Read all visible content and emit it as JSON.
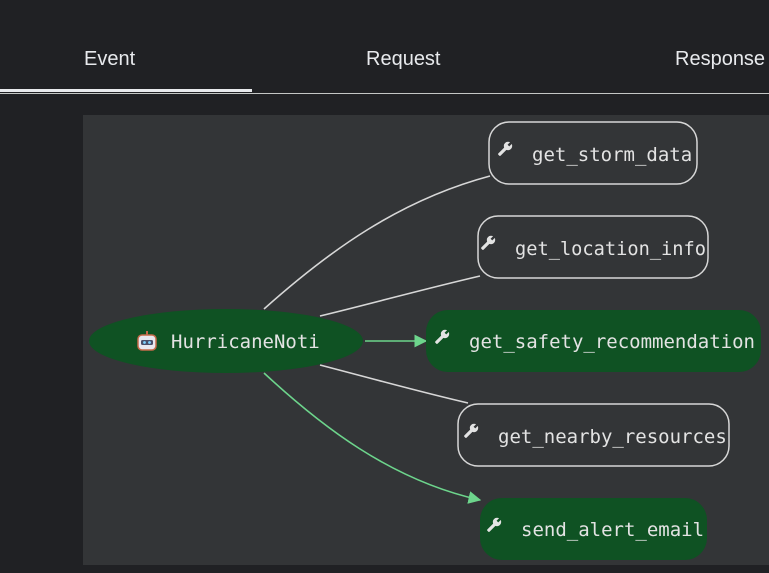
{
  "tabs": [
    {
      "label": "Event",
      "active": true
    },
    {
      "label": "Request",
      "active": false
    },
    {
      "label": "Response",
      "active": false
    }
  ],
  "graph": {
    "agent": {
      "label": "HurricaneNoti",
      "icon": "robot-icon",
      "highlighted": true
    },
    "tools": [
      {
        "label": "get_storm_data",
        "icon": "wrench-icon",
        "highlighted": false
      },
      {
        "label": "get_location_info",
        "icon": "wrench-icon",
        "highlighted": false
      },
      {
        "label": "get_safety_recommendation",
        "icon": "wrench-icon",
        "highlighted": true
      },
      {
        "label": "get_nearby_resources",
        "icon": "wrench-icon",
        "highlighted": false
      },
      {
        "label": "send_alert_email",
        "icon": "wrench-icon",
        "highlighted": true
      }
    ],
    "colors": {
      "highlight_fill": "#0f5223",
      "edge_default": "#d7d7d7",
      "edge_active": "#6dd58c",
      "panel_bg": "#333537"
    }
  }
}
